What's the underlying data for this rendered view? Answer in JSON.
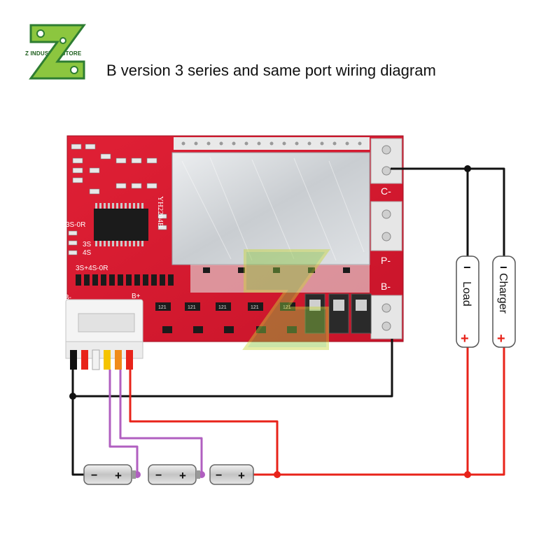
{
  "header": {
    "brand_text": "Z INDUSTRY STORE",
    "title": "B version 3 series and same port wiring diagram"
  },
  "board": {
    "model": "YH2204B",
    "labels": {
      "c_minus": "C-",
      "p_minus": "P-",
      "b_minus": "B-",
      "b_minus_left": "B-",
      "b_plus_left": "B+",
      "opt_3s_0r": "3S-0R",
      "opt_3s": "3S",
      "opt_4s": "4S",
      "opt_3s_4s_0r": "3S+4S-0R",
      "resistor_code": "121"
    }
  },
  "devices": {
    "load": {
      "label": "Load",
      "minus": "−",
      "plus": "+"
    },
    "charger": {
      "label": "Charger",
      "minus": "−",
      "plus": "+"
    }
  },
  "cells": [
    {
      "minus": "−",
      "plus": "+"
    },
    {
      "minus": "−",
      "plus": "+"
    },
    {
      "minus": "−",
      "plus": "+"
    }
  ],
  "colors": {
    "pcb_red": "#d7192e",
    "wire_black": "#111111",
    "wire_red": "#e8231a",
    "wire_purple": "#b05fc0",
    "logo_green": "#8cc63f"
  }
}
